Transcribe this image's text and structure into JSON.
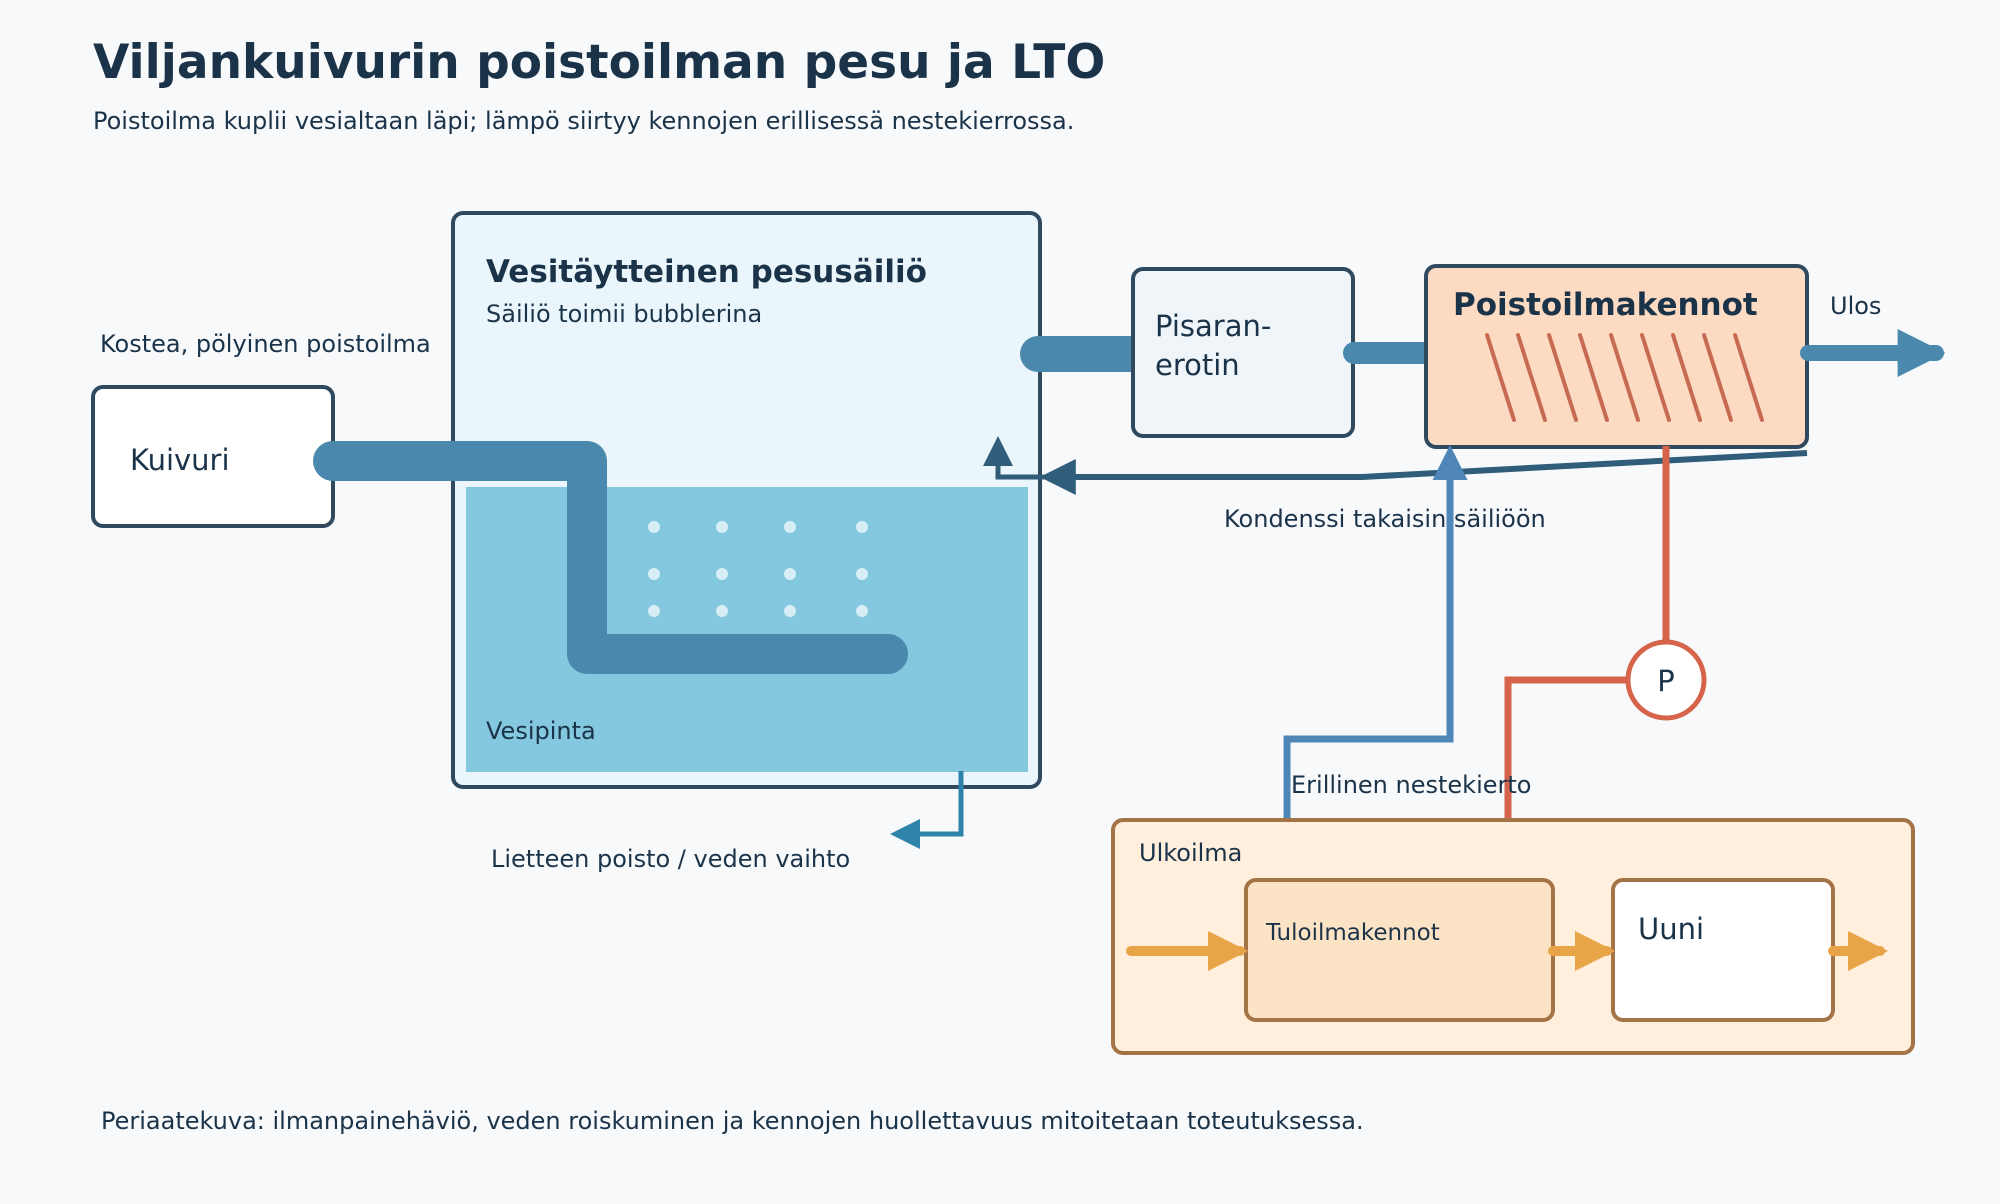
{
  "header": {
    "title": "Viljankuivurin poistoilman pesu ja LTO",
    "subtitle": "Poistoilma kuplii vesialtaan läpi; lämpö siirtyy kennojen erillisessä nestekierrossa."
  },
  "dryer": {
    "label": "Kuivuri",
    "inflow_label": "Kostea, pölyinen poistoilma"
  },
  "tank": {
    "title": "Vesitäytteinen pesusäiliö",
    "subtitle": "Säiliö toimii bubblerina",
    "water_label": "Vesipinta",
    "drain_label": "Lietteen poisto / veden vaihto"
  },
  "separator": {
    "line1": "Pisaran-",
    "line2": "erotin"
  },
  "exhaust_coils": {
    "label": "Poistoilmakennot",
    "out_label": "Ulos"
  },
  "condensate": {
    "label": "Kondenssi takaisin säiliöön"
  },
  "pump": {
    "label": "P"
  },
  "loop": {
    "label": "Erillinen nestekierto"
  },
  "outdoor": {
    "label": "Ulkoilma",
    "supply_coils": "Tuloilmakennot",
    "furnace": "Uuni"
  },
  "footer": {
    "note": "Periaatekuva: ilmanpainehäviö, veden roiskuminen ja kennojen huollettavuus mitoitetaan toteutuksessa."
  },
  "colors": {
    "duct": "#4a89ad",
    "cold_line": "#4f86b8",
    "hot_line": "#d6644a",
    "warm_air": "#e8a548",
    "water": "#84c8df",
    "tank_fill": "#eaf6fb",
    "coil_fill": "#fddbc3",
    "outdoor_fill": "#ffefdc",
    "stroke_dark": "#2f4a5f",
    "stroke_brown": "#a57446"
  }
}
